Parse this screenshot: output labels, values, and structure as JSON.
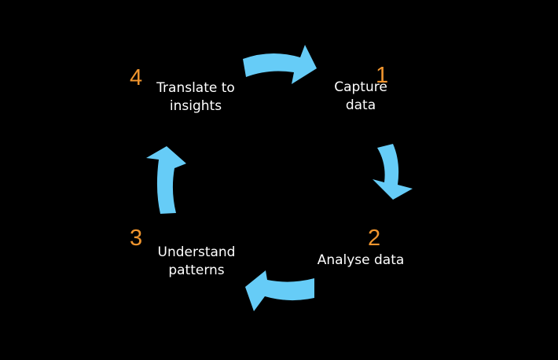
{
  "colors": {
    "background": "#000000",
    "arrow": "#66CCF7",
    "step_number": "#F0952E",
    "step_label": "#FFFFFF"
  },
  "steps": [
    {
      "number": "1",
      "label": "Capture\ndata"
    },
    {
      "number": "2",
      "label": "Analyse data"
    },
    {
      "number": "3",
      "label": "Understand\npatterns"
    },
    {
      "number": "4",
      "label": "Translate to\ninsights"
    }
  ],
  "arrows": [
    {
      "from_step": "4",
      "to_step": "1",
      "icon": "curved-arrow-right"
    },
    {
      "from_step": "1",
      "to_step": "2",
      "icon": "curved-arrow-down"
    },
    {
      "from_step": "2",
      "to_step": "3",
      "icon": "curved-arrow-left"
    },
    {
      "from_step": "3",
      "to_step": "4",
      "icon": "curved-arrow-up"
    }
  ]
}
